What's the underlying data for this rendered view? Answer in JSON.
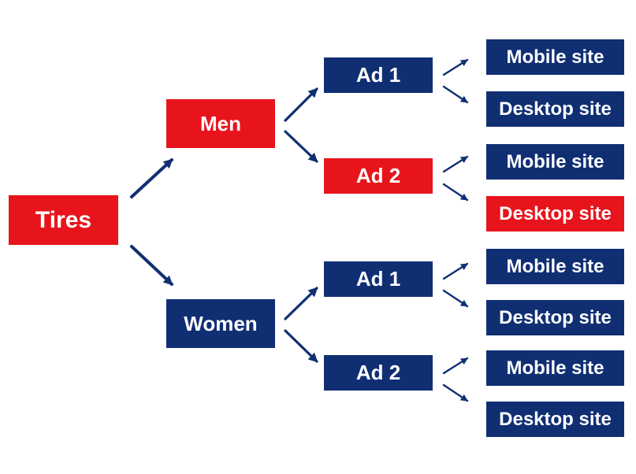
{
  "colors": {
    "red": "#e8141c",
    "navy": "#102f73"
  },
  "nodes": {
    "tires": {
      "label": "Tires",
      "color": "red"
    },
    "men": {
      "label": "Men",
      "color": "red"
    },
    "women": {
      "label": "Women",
      "color": "navy"
    },
    "men_ad1": {
      "label": "Ad 1",
      "color": "navy"
    },
    "men_ad2": {
      "label": "Ad 2",
      "color": "red"
    },
    "women_ad1": {
      "label": "Ad 1",
      "color": "navy"
    },
    "women_ad2": {
      "label": "Ad 2",
      "color": "navy"
    },
    "men_ad1_mobile": {
      "label": "Mobile site",
      "color": "navy"
    },
    "men_ad1_desktop": {
      "label": "Desktop site",
      "color": "navy"
    },
    "men_ad2_mobile": {
      "label": "Mobile site",
      "color": "navy"
    },
    "men_ad2_desktop": {
      "label": "Desktop site",
      "color": "red"
    },
    "women_ad1_mobile": {
      "label": "Mobile site",
      "color": "navy"
    },
    "women_ad1_desktop": {
      "label": "Desktop site",
      "color": "navy"
    },
    "women_ad2_mobile": {
      "label": "Mobile site",
      "color": "navy"
    },
    "women_ad2_desktop": {
      "label": "Desktop site",
      "color": "navy"
    }
  }
}
